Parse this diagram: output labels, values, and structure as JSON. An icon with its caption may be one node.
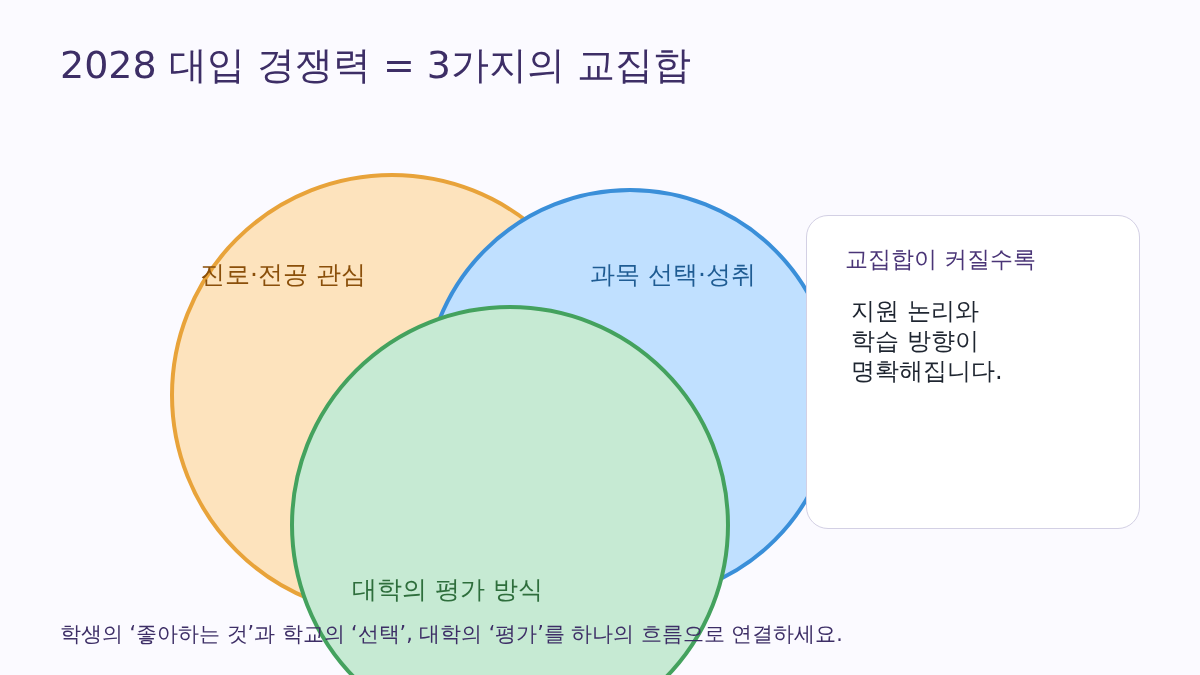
{
  "diagram": {
    "title": "2028 대입 경쟁력 = 3가지의 교집합",
    "caption": "학생의 ‘좋아하는 것’과 학교의 ‘선택’, 대학의 ‘평가’를 하나의 흐름으로 연결하세요.",
    "nodes": [
      {
        "text": [
          "진로·전공 관심"
        ]
      },
      {
        "text": [
          "과목 선택·성취"
        ]
      },
      {
        "text": [
          "대학의 평가 방식"
        ]
      },
      {
        "text": [
          "교집합이 커질수록",
          "지원 논리와 학습 방향이 명확해집니다."
        ]
      }
    ]
  }
}
